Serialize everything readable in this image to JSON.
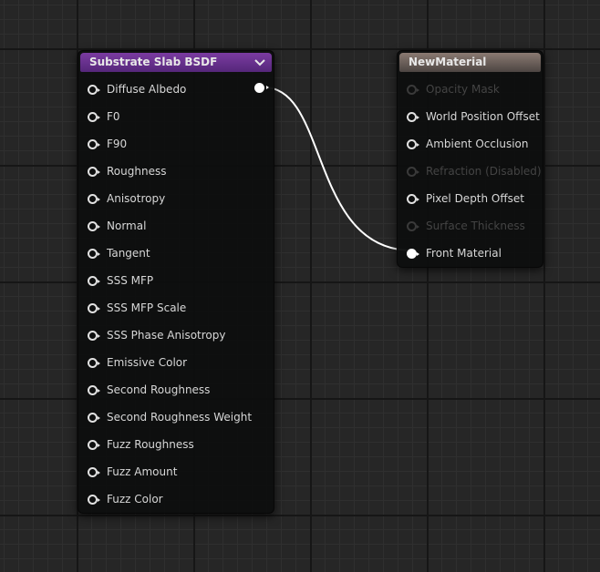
{
  "colors": {
    "slab_header": "#7b3ba1",
    "material_header": "#8a7a72",
    "wire": "#ffffff",
    "pin_active": "#e2e2e2",
    "pin_disabled": "#3a3a3a"
  },
  "slab_node": {
    "title": "Substrate Slab BSDF",
    "collapse_icon": "chevron-down-icon",
    "pins": [
      {
        "label": "Diffuse Albedo",
        "connected": true
      },
      {
        "label": "F0"
      },
      {
        "label": "F90"
      },
      {
        "label": "Roughness"
      },
      {
        "label": "Anisotropy"
      },
      {
        "label": "Normal"
      },
      {
        "label": "Tangent"
      },
      {
        "label": "SSS MFP"
      },
      {
        "label": "SSS MFP Scale"
      },
      {
        "label": "SSS Phase Anisotropy"
      },
      {
        "label": "Emissive Color"
      },
      {
        "label": "Second Roughness"
      },
      {
        "label": "Second Roughness Weight"
      },
      {
        "label": "Fuzz Roughness"
      },
      {
        "label": "Fuzz Amount"
      },
      {
        "label": "Fuzz Color"
      }
    ]
  },
  "material_node": {
    "title": "NewMaterial",
    "pins": [
      {
        "label": "Opacity Mask",
        "disabled": true
      },
      {
        "label": "World Position Offset"
      },
      {
        "label": "Ambient Occlusion"
      },
      {
        "label": "Refraction (Disabled)",
        "disabled": true
      },
      {
        "label": "Pixel Depth Offset"
      },
      {
        "label": "Surface Thickness",
        "disabled": true
      },
      {
        "label": "Front Material",
        "connected": true
      }
    ]
  }
}
